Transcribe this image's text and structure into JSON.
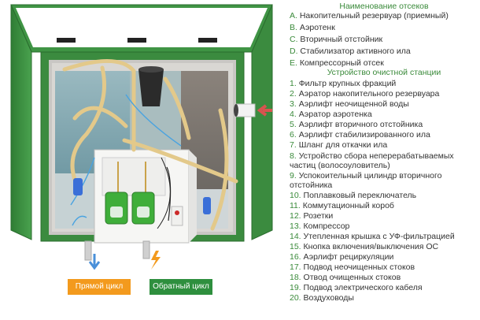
{
  "compartments": {
    "title": "Наименование отсеков",
    "items": [
      {
        "key": "A.",
        "text": "Накопительный резервуар (приемный)"
      },
      {
        "key": "B.",
        "text": "Аэротенк"
      },
      {
        "key": "C.",
        "text": "Вторичный отстойник"
      },
      {
        "key": "D.",
        "text": "Стабилизатор активного ила"
      },
      {
        "key": "E.",
        "text": "Компрессорный отсек"
      }
    ]
  },
  "device": {
    "title": "Устройство очистной станции",
    "items": [
      {
        "key": "1.",
        "text": "Фильтр крупных фракций"
      },
      {
        "key": "2.",
        "text": "Аэратор накопительного резервуара"
      },
      {
        "key": "3.",
        "text": "Аэрлифт неочищенной воды"
      },
      {
        "key": "4.",
        "text": "Аэратор аэротенка"
      },
      {
        "key": "5.",
        "text": "Аэрлифт вторичного отстойника"
      },
      {
        "key": "6.",
        "text": "Аэрлифт стабилизированного ила"
      },
      {
        "key": "7.",
        "text": "Шланг для откачки ила"
      },
      {
        "key": "8.",
        "text": "Устройство сбора неперерабатываемых",
        "text2": "частиц (волосоуловитель)"
      },
      {
        "key": "9.",
        "text": "Успокоительный цилиндр вторичного",
        "text2": "отстойника"
      },
      {
        "key": "10.",
        "text": "Поплавковый переключатель"
      },
      {
        "key": "11.",
        "text": "Коммутационный короб"
      },
      {
        "key": "12.",
        "text": "Розетки"
      },
      {
        "key": "13.",
        "text": "Компрессор"
      },
      {
        "key": "14.",
        "text": "Утепленная крышка с УФ-фильтрацией"
      },
      {
        "key": "15.",
        "text": "Кнопка включения/выключения ОС"
      },
      {
        "key": "16.",
        "text": "Аэрлифт рециркуляции"
      },
      {
        "key": "17.",
        "text": "Подвод неочищенных стоков"
      },
      {
        "key": "18.",
        "text": "Отвод очищенных стоков"
      },
      {
        "key": "19.",
        "text": "Подвод электрического кабеля"
      },
      {
        "key": "20.",
        "text": "Воздуховоды"
      }
    ]
  },
  "buttons": {
    "direct": {
      "label": "Прямой цикл",
      "color": "#f39a1d"
    },
    "reverse": {
      "label": "Обратный цикл",
      "color": "#2e8f3e"
    }
  },
  "colors": {
    "housing_green": "#3b8b3f",
    "title_green": "#3a8a3a",
    "tube": "#e3c98a",
    "arrow_red": "#d9534f",
    "arrow_blue": "#4a90d9",
    "bolt": "#f39a1d"
  }
}
